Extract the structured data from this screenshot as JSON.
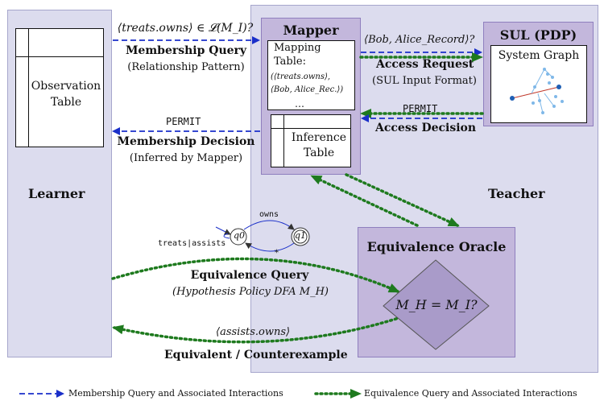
{
  "learner": {
    "label": "Learner",
    "observation_table": "Observation Table"
  },
  "teacher": {
    "label": "Teacher"
  },
  "mapper": {
    "title": "Mapper",
    "mapping_table": "Mapping Table:",
    "mapping_entry": "(⟨treats.owns⟩, ⟨Bob, Alice_Rec.⟩)",
    "ellipsis": "…",
    "inference_table": "Inference Table"
  },
  "sul": {
    "title": "SUL (PDP)",
    "graph_label": "System Graph"
  },
  "equivalence_oracle": {
    "title": "Equivalence Oracle",
    "condition": "M_H = M_I?"
  },
  "membership_query": {
    "formula": "⟨treats.owns⟩ ∈ 𝓛(M_I)?",
    "title": "Membership Query",
    "subtitle": "(Relationship Pattern)"
  },
  "membership_decision": {
    "response": "PERMIT",
    "title": "Membership Decision",
    "subtitle": "(Inferred by Mapper)"
  },
  "access_request": {
    "formula": "⟨Bob, Alice_Record⟩?",
    "title": "Access Request",
    "subtitle": "(SUL Input Format)"
  },
  "access_decision": {
    "response": "PERMIT",
    "title": "Access Decision"
  },
  "automaton": {
    "state0": "q0",
    "state1": "q1",
    "edge_owns": "owns",
    "edge_self": "treats|assists",
    "edge_back": "*"
  },
  "equivalence_query": {
    "title": "Equivalence Query",
    "subtitle": "(Hypothesis Policy DFA M_H)"
  },
  "counterexample": {
    "formula": "⟨assists.owns⟩",
    "title": "Equivalent / Counterexample"
  },
  "legend": {
    "membership": "Membership Query and Associated Interactions",
    "equivalence": "Equivalence Query and Associated Interactions"
  },
  "colors": {
    "membership_arrow": "#1a2fc9",
    "equivalence_arrow": "#1e7a1e",
    "panel": "#dcdcee",
    "box": "#c3b7dc"
  }
}
